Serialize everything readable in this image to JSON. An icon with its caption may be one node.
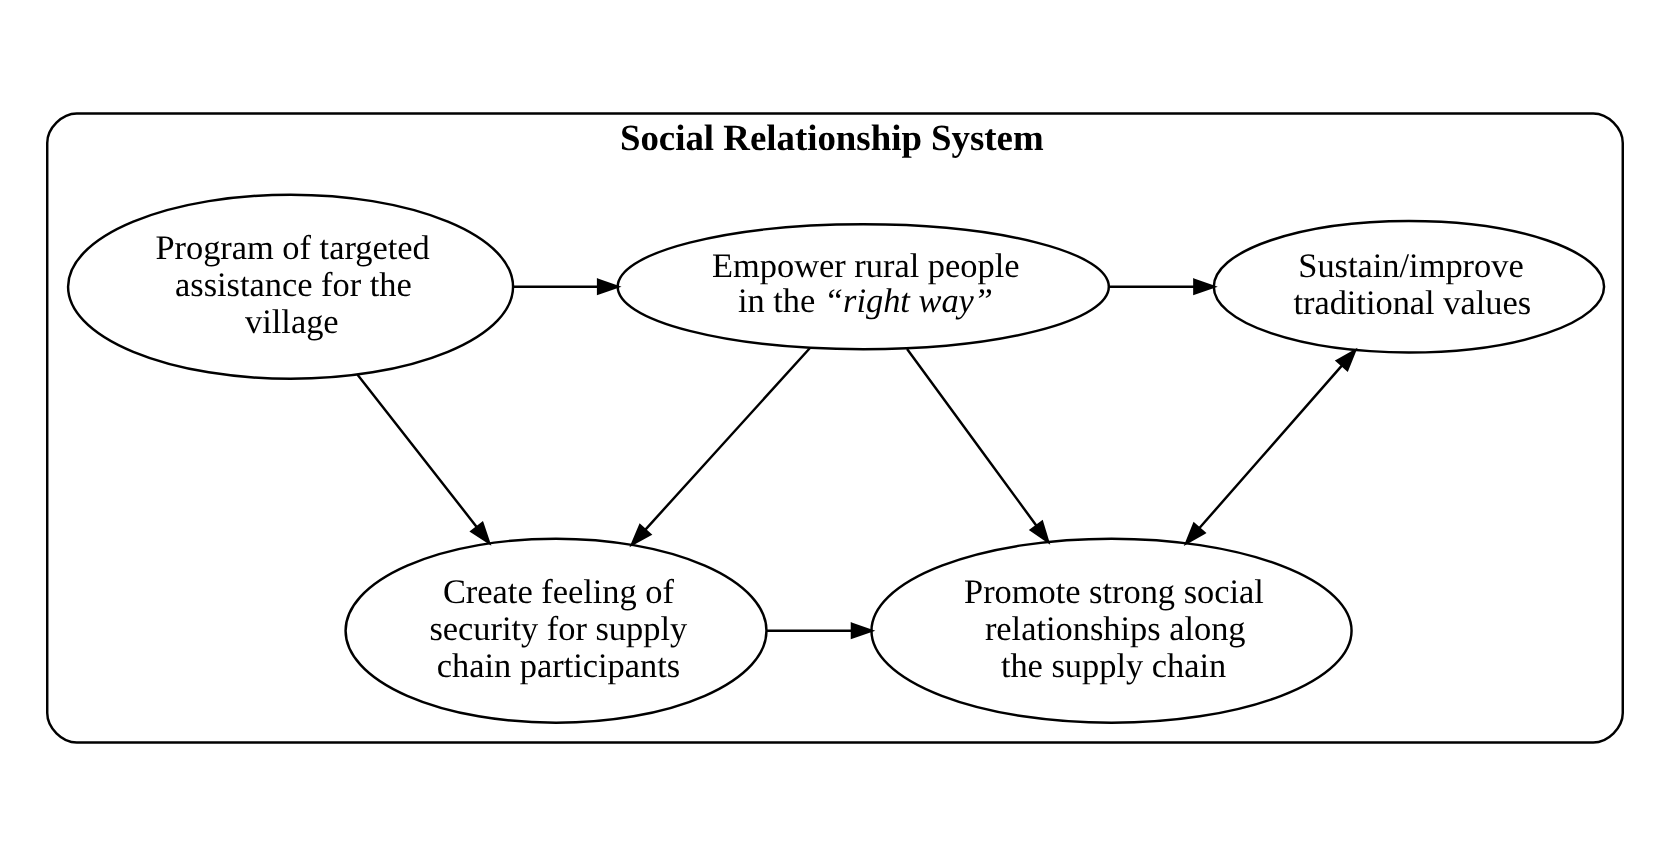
{
  "diagram": {
    "nodes": [
      {
        "text": [
          "Social Relationship System"
        ]
      },
      {
        "text": [
          "Sustain/improve traditional values"
        ],
        "in": 0
      },
      {
        "text": [
          "Empower rural people in the *“right way”*"
        ],
        "in": 0
      },
      {
        "text": [
          "Program of targeted assistance for the village"
        ],
        "in": 0
      },
      {
        "text": [
          "Promote strong social relationships along the supply chain"
        ],
        "in": 0
      },
      {
        "text": [
          "Create feeling of security for supply chain participants"
        ],
        "in": 0
      }
    ],
    "edges": [
      {
        "from": 2,
        "to": 1,
        "arrow": "to"
      },
      {
        "from": 3,
        "to": 2,
        "arrow": "to"
      },
      {
        "from": 1,
        "to": 4,
        "arrow": "both"
      },
      {
        "from": 2,
        "to": 4,
        "arrow": "to"
      },
      {
        "from": 2,
        "to": 5,
        "arrow": "to"
      },
      {
        "from": 3,
        "to": 5,
        "arrow": "to"
      },
      {
        "from": 5,
        "to": 4,
        "arrow": "to"
      }
    ]
  }
}
